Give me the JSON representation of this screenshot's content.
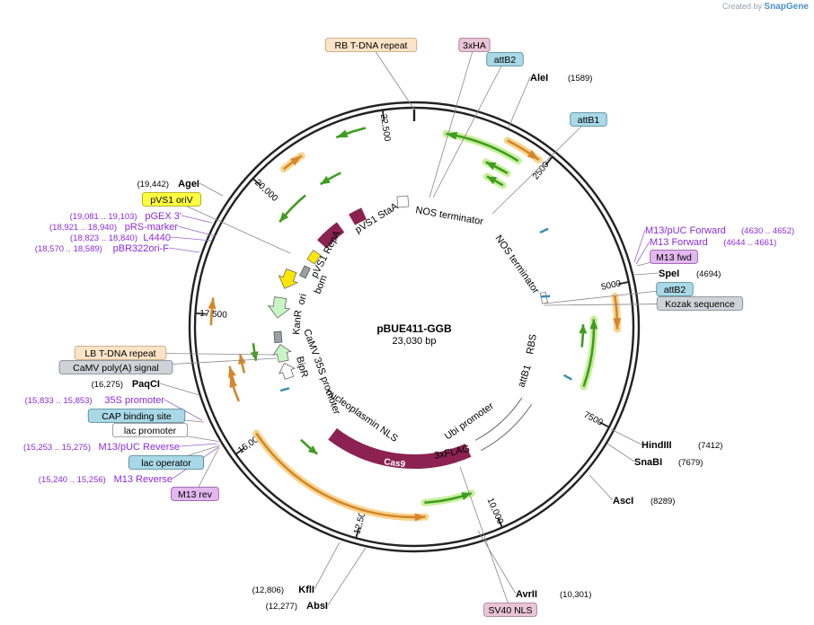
{
  "header": {
    "created_by": "Created by",
    "brand": "SnapGene"
  },
  "plasmid": {
    "name": "pBUE411-GGB",
    "size_label": "23,030 bp",
    "length": 23030
  },
  "colors": {
    "orange_arrow": "#d4862a",
    "orange_glow": "#f7d58e",
    "green_arrow": "#3f9d1f",
    "green_glow": "#c7ef9b",
    "maroon": "#8b2252",
    "pale_green": "#c8f5c4",
    "yellow": "#ffe600",
    "gray_feature": "#9aa0a8",
    "teal": "#3b8fb0",
    "site_label": "#000000",
    "primer_label": "#8a2be2"
  },
  "ticks": [
    {
      "bp": 2500,
      "label": "2500"
    },
    {
      "bp": 5000,
      "label": "5000"
    },
    {
      "bp": 7500,
      "label": "7500"
    },
    {
      "bp": 10000,
      "label": "10,000"
    },
    {
      "bp": 12500,
      "label": "12,500"
    },
    {
      "bp": 15000,
      "label": "15,000"
    },
    {
      "bp": 17500,
      "label": "17,500"
    },
    {
      "bp": 20000,
      "label": "20,000"
    },
    {
      "bp": 22500,
      "label": "22,500"
    }
  ],
  "callouts": [
    {
      "name": "rb-tdna-repeat",
      "text": "RB T-DNA repeat",
      "kind": "box",
      "fill": "#fde4c8",
      "stroke": "#c49a6c"
    },
    {
      "name": "3xha",
      "text": "3xHA",
      "kind": "box",
      "fill": "#e8c4d6",
      "stroke": "#a07090"
    },
    {
      "name": "attb2-top",
      "text": "attB2",
      "kind": "box",
      "fill": "#a9d8e6",
      "stroke": "#4a7f90"
    },
    {
      "name": "alei",
      "text": "AleI",
      "pos": "(1589)",
      "kind": "site"
    },
    {
      "name": "attb1-top",
      "text": "attB1",
      "kind": "box",
      "fill": "#a9d8e6",
      "stroke": "#4a7f90"
    },
    {
      "name": "m13-puc-forward",
      "text": "M13/pUC Forward",
      "pos": "(4630 .. 4652)",
      "kind": "primer"
    },
    {
      "name": "m13-forward",
      "text": "M13 Forward",
      "pos": "(4644 .. 4661)",
      "kind": "primer"
    },
    {
      "name": "m13-fwd",
      "text": "M13 fwd",
      "kind": "box",
      "fill": "#e2b8ee",
      "stroke": "#8a4aa0"
    },
    {
      "name": "spei",
      "text": "SpeI",
      "pos": "(4694)",
      "kind": "site"
    },
    {
      "name": "attb2-right",
      "text": "attB2",
      "kind": "box",
      "fill": "#a9d8e6",
      "stroke": "#4a7f90"
    },
    {
      "name": "kozak",
      "text": "Kozak sequence",
      "kind": "box",
      "fill": "#cfd3d8",
      "stroke": "#7a8088"
    },
    {
      "name": "hindiii",
      "text": "HindIII",
      "pos": "(7412)",
      "kind": "site"
    },
    {
      "name": "snabi",
      "text": "SnaBI",
      "pos": "(7679)",
      "kind": "site"
    },
    {
      "name": "asci",
      "text": "AscI",
      "pos": "(8289)",
      "kind": "site"
    },
    {
      "name": "avrii",
      "text": "AvrII",
      "pos": "(10,301)",
      "kind": "site"
    },
    {
      "name": "sv40-nls",
      "text": "SV40 NLS",
      "kind": "box",
      "fill": "#e8c4d6",
      "stroke": "#a07090"
    },
    {
      "name": "absi",
      "text": "AbsI",
      "pos": "(12,277)",
      "kind": "site"
    },
    {
      "name": "kfli",
      "text": "KflI",
      "pos": "(12,806)",
      "kind": "site"
    },
    {
      "name": "m13-rev",
      "text": "M13 rev",
      "kind": "box",
      "fill": "#e2b8ee",
      "stroke": "#8a4aa0"
    },
    {
      "name": "m13-reverse",
      "text": "M13 Reverse",
      "pos": "(15,240 .. 15,256)",
      "kind": "primer"
    },
    {
      "name": "lac-operator",
      "text": "lac operator",
      "kind": "box",
      "fill": "#a9d8e6",
      "stroke": "#4a7f90"
    },
    {
      "name": "m13-puc-reverse",
      "text": "M13/pUC Reverse",
      "pos": "(15,253 .. 15,275)",
      "kind": "primer"
    },
    {
      "name": "lac-promoter",
      "text": "lac promoter",
      "kind": "box",
      "fill": "#ffffff",
      "stroke": "#888888"
    },
    {
      "name": "cap-binding-site",
      "text": "CAP binding site",
      "kind": "box",
      "fill": "#a9d8e6",
      "stroke": "#4a7f90"
    },
    {
      "name": "35s-promoter-primer",
      "text": "35S promoter",
      "pos": "(15,833 .. 15,853)",
      "kind": "primer"
    },
    {
      "name": "paqci",
      "text": "PaqCI",
      "pos": "(16,275)",
      "kind": "site"
    },
    {
      "name": "camv-polya",
      "text": "CaMV poly(A) signal",
      "kind": "box",
      "fill": "#cfd3d8",
      "stroke": "#7a8088"
    },
    {
      "name": "lb-tdna-repeat",
      "text": "LB T-DNA repeat",
      "kind": "box",
      "fill": "#fde4c8",
      "stroke": "#c49a6c"
    },
    {
      "name": "pbr322ori-f",
      "text": "pBR322ori-F",
      "pos": "(18,570 .. 18,589)",
      "kind": "primer"
    },
    {
      "name": "l4440",
      "text": "L4440",
      "pos": "(18,823 .. 18,840)",
      "kind": "primer"
    },
    {
      "name": "prs-marker",
      "text": "pRS-marker",
      "pos": "(18,921 .. 18,940)",
      "kind": "primer"
    },
    {
      "name": "pgex-3",
      "text": "pGEX 3'",
      "pos": "(19,081 .. 19,103)",
      "kind": "primer"
    },
    {
      "name": "pvs1-oriv",
      "text": "pVS1 oriV",
      "kind": "box",
      "fill": "#ffff40",
      "stroke": "#a0a000"
    },
    {
      "name": "agei",
      "text": "AgeI",
      "pos": "(19,442)",
      "kind": "site"
    }
  ],
  "inner_labels": [
    {
      "name": "nos-terminator-1",
      "text": "NOS terminator"
    },
    {
      "name": "nos-terminator-2",
      "text": "NOS terminator"
    },
    {
      "name": "pvs1-staa",
      "text": "pVS1 StaA"
    },
    {
      "name": "pvs1-repa",
      "text": "pVS1 RepA"
    },
    {
      "name": "bom",
      "text": "bom"
    },
    {
      "name": "ori",
      "text": "ori"
    },
    {
      "name": "kanr",
      "text": "KanR"
    },
    {
      "name": "camv-35s-promoter",
      "text": "CaMV 35S promoter"
    },
    {
      "name": "bipr",
      "text": "BipR"
    },
    {
      "name": "nucleoplasmin-nls",
      "text": "nucleoplasmin NLS"
    },
    {
      "name": "rbs",
      "text": "RBS"
    },
    {
      "name": "attb1-inner",
      "text": "attB1"
    },
    {
      "name": "ubi-promoter",
      "text": "Ubi promoter"
    },
    {
      "name": "3xflag",
      "text": "3xFLAG"
    },
    {
      "name": "cas9",
      "text": "Cas9"
    }
  ]
}
